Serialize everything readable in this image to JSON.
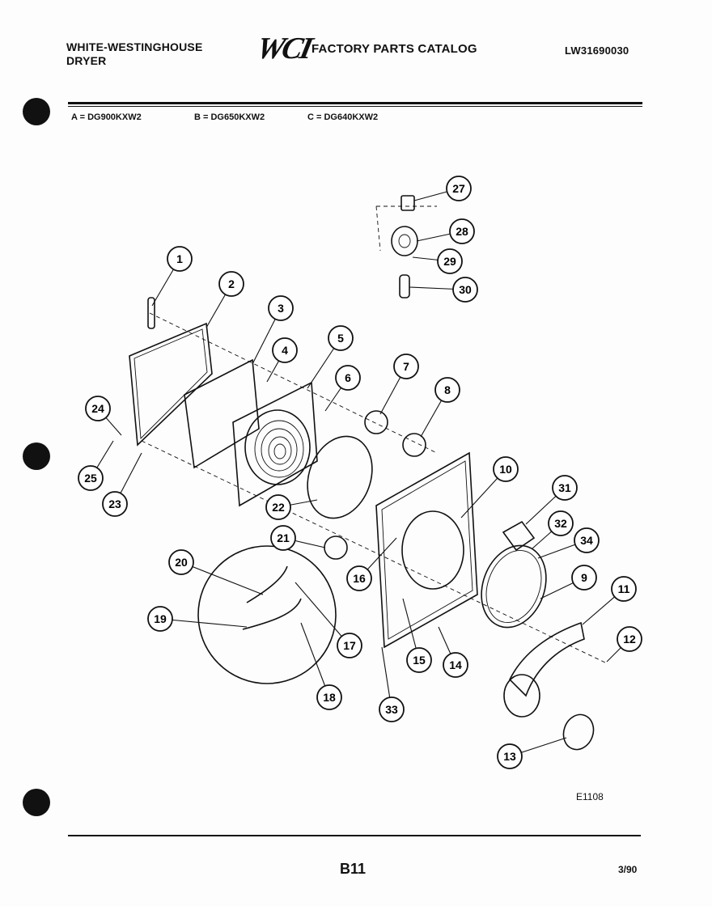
{
  "header": {
    "brand_line1": "WHITE-WESTINGHOUSE",
    "brand_line2": "DRYER",
    "logo_text": "WCI",
    "catalog_title": "FACTORY PARTS CATALOG",
    "catalog_number": "LW31690030"
  },
  "models": [
    "A = DG900KXW2",
    "B = DG650KXW2",
    "C = DG640KXW2"
  ],
  "callouts": [
    "1",
    "2",
    "3",
    "4",
    "5",
    "6",
    "7",
    "8",
    "9",
    "10",
    "11",
    "12",
    "13",
    "14",
    "15",
    "16",
    "17",
    "18",
    "19",
    "20",
    "21",
    "22",
    "23",
    "24",
    "25",
    "27",
    "28",
    "29",
    "30",
    "31",
    "32",
    "33",
    "34"
  ],
  "footer": {
    "drawing_code": "E1108",
    "page_number": "B11",
    "date_code": "3/90"
  }
}
